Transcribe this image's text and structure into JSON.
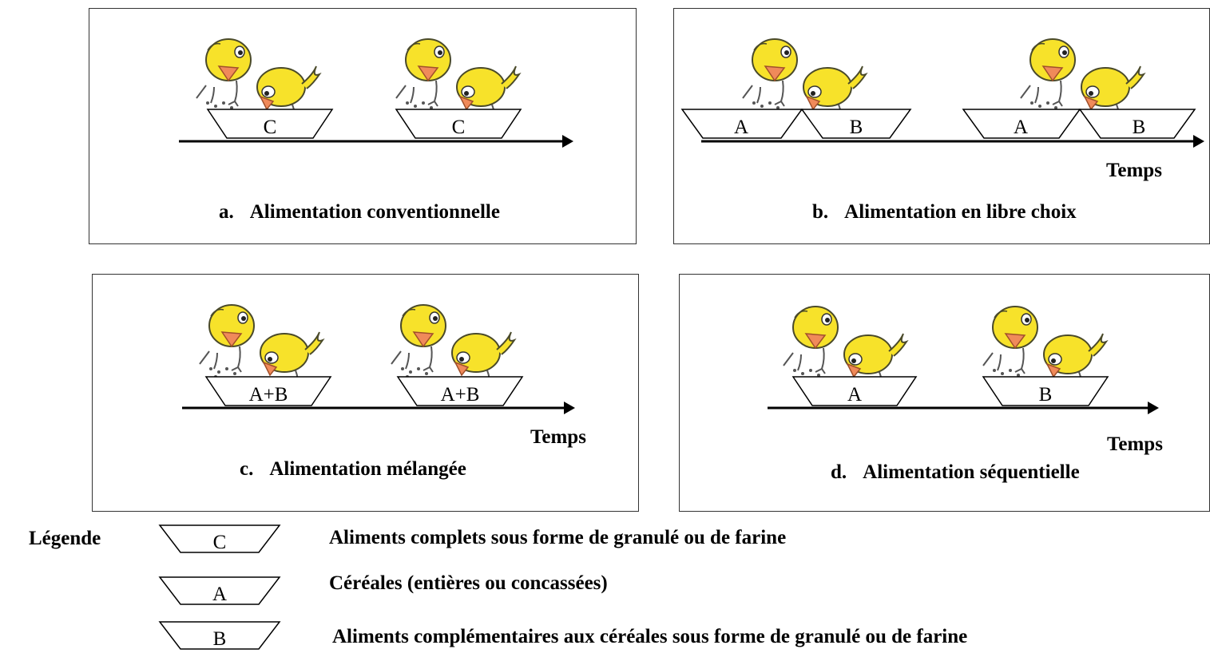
{
  "panels": [
    {
      "id": "a",
      "letter": "a.",
      "caption": "Alimentation conventionnelle",
      "temps": "",
      "troughs": [
        {
          "label": "C"
        },
        {
          "label": "C"
        }
      ]
    },
    {
      "id": "b",
      "letter": "b.",
      "caption": "Alimentation en libre choix",
      "temps": "Temps",
      "troughs": [
        {
          "label": "A"
        },
        {
          "label": "B"
        },
        {
          "label": "A"
        },
        {
          "label": "B"
        }
      ]
    },
    {
      "id": "c",
      "letter": "c.",
      "caption": "Alimentation mélangée",
      "temps": "Temps",
      "troughs": [
        {
          "label": "A+B"
        },
        {
          "label": "A+B"
        }
      ]
    },
    {
      "id": "d",
      "letter": "d.",
      "caption": "Alimentation séquentielle",
      "temps": "Temps",
      "troughs": [
        {
          "label": "A"
        },
        {
          "label": "B"
        }
      ]
    }
  ],
  "legend": {
    "title": "Légende",
    "items": [
      {
        "label": "C",
        "text": "Aliments complets sous forme de granulé ou de farine"
      },
      {
        "label": "A",
        "text": "Céréales (entières ou concassées)"
      },
      {
        "label": "B",
        "text": "Aliments complémentaires aux céréales sous forme de granulé ou de farine"
      }
    ]
  },
  "colors": {
    "chick_body": "#f7e22a",
    "chick_outline": "#4a4a2a",
    "beak": "#f08a5a",
    "line": "#000000"
  }
}
